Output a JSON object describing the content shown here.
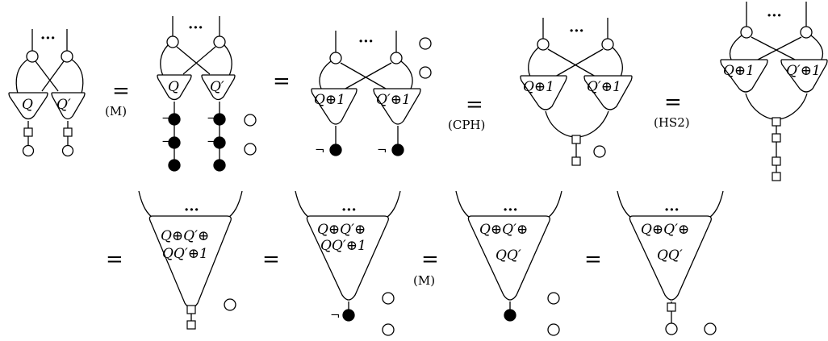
{
  "labels": {
    "q": "Q",
    "qp": "Q′",
    "q1": "Q⊕1",
    "qp1": "Q′⊕1",
    "big_a1": "Q⊕Q′⊕",
    "big_a2": "QQ′⊕1",
    "big_c1": "Q⊕Q′⊕",
    "big_c2": "QQ′",
    "dots": "···",
    "neg": "¬"
  },
  "equalities": {
    "eq": "=",
    "m": "(M)",
    "cph": "(CPH)",
    "hs2": "(HS2)"
  }
}
